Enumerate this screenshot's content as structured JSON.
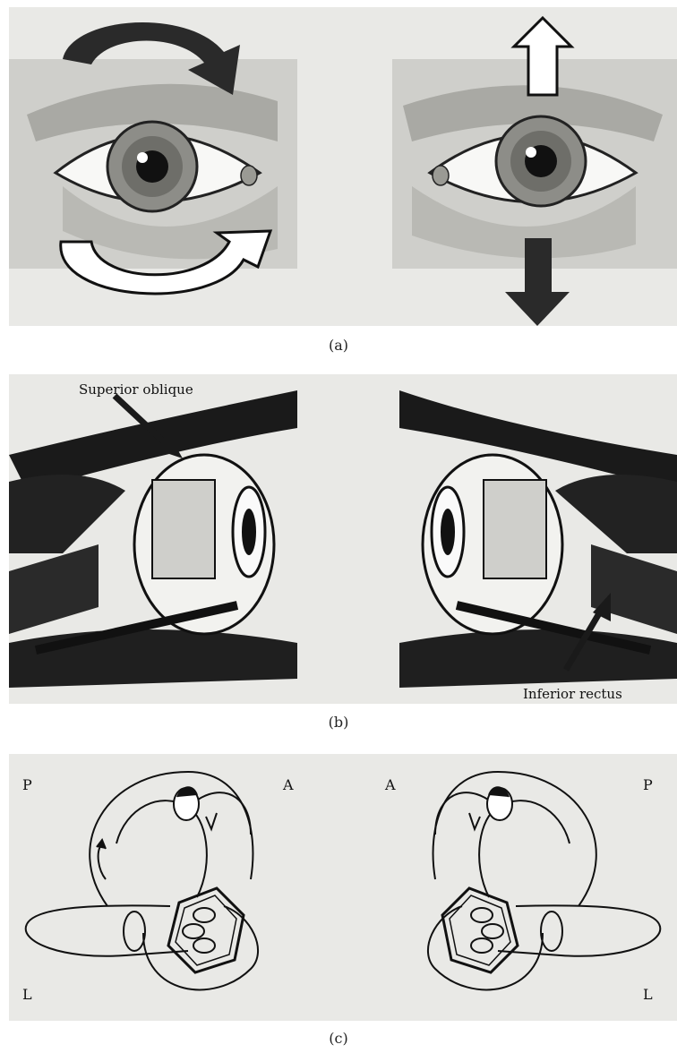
{
  "captions": {
    "a": "(a)",
    "b": "(b)",
    "c": "(c)"
  },
  "panel_b": {
    "label_top": "Superior oblique",
    "label_bottom": "Inferior rectus"
  },
  "panel_c": {
    "left_eye": {
      "top_left": "P",
      "top_right": "A",
      "bottom_left": "L"
    },
    "right_eye": {
      "top_left": "A",
      "top_right": "P",
      "bottom_right": "L"
    }
  },
  "colors": {
    "panel_bg": "#e9e9e6",
    "ink": "#111111",
    "arrow_fill": "#ffffff"
  }
}
